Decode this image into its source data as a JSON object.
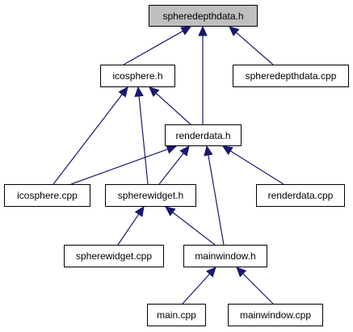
{
  "graph": {
    "nodes": [
      {
        "id": "n0",
        "label": "spheredepthdata.h",
        "root": true
      },
      {
        "id": "n1",
        "label": "icosphere.h"
      },
      {
        "id": "n2",
        "label": "spheredepthdata.cpp"
      },
      {
        "id": "n3",
        "label": "renderdata.h"
      },
      {
        "id": "n4",
        "label": "icosphere.cpp"
      },
      {
        "id": "n5",
        "label": "spherewidget.h"
      },
      {
        "id": "n6",
        "label": "renderdata.cpp"
      },
      {
        "id": "n7",
        "label": "spherewidget.cpp"
      },
      {
        "id": "n8",
        "label": "mainwindow.h"
      },
      {
        "id": "n9",
        "label": "main.cpp"
      },
      {
        "id": "n10",
        "label": "mainwindow.cpp"
      }
    ],
    "edges": [
      {
        "from": "n1",
        "to": "n0"
      },
      {
        "from": "n2",
        "to": "n0"
      },
      {
        "from": "n3",
        "to": "n0"
      },
      {
        "from": "n3",
        "to": "n1"
      },
      {
        "from": "n4",
        "to": "n1"
      },
      {
        "from": "n5",
        "to": "n1"
      },
      {
        "from": "n4",
        "to": "n3"
      },
      {
        "from": "n5",
        "to": "n3"
      },
      {
        "from": "n6",
        "to": "n3"
      },
      {
        "from": "n8",
        "to": "n3"
      },
      {
        "from": "n7",
        "to": "n5"
      },
      {
        "from": "n8",
        "to": "n5"
      },
      {
        "from": "n9",
        "to": "n8"
      },
      {
        "from": "n10",
        "to": "n8"
      }
    ],
    "colors": {
      "edge": "#191970",
      "node_border": "#000000",
      "node_fill": "#ffffff",
      "root_fill": "#bfbfbf"
    }
  }
}
